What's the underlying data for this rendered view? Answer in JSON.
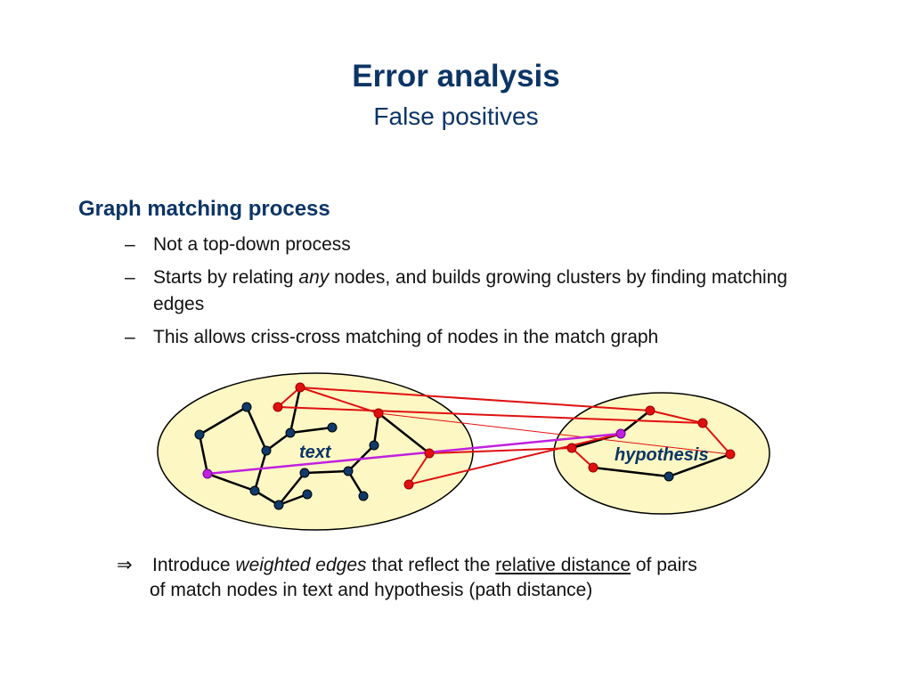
{
  "slide": {
    "title": "Error analysis",
    "subtitle": "False positives"
  },
  "section": {
    "heading": "Graph matching process",
    "bullets": [
      {
        "dash": "–",
        "text": "Not a top-down process"
      },
      {
        "dash": "–",
        "pre": "Starts by relating ",
        "em": "any",
        "post": " nodes, and builds growing clusters by finding matching edges"
      },
      {
        "dash": "–",
        "text": "This allows criss-cross matching of nodes in the match graph"
      }
    ]
  },
  "diagram": {
    "text_label": "text",
    "hypothesis_label": "hypothesis",
    "colors": {
      "ellipse_fill": "#fdf7c3",
      "dark_node": "#103a6b",
      "red": "#e01010",
      "magenta": "#c020e0"
    }
  },
  "conclusion": {
    "arrow": "⇒",
    "pre": "Introduce ",
    "em": "weighted edges",
    "mid": " that reflect the ",
    "underlined": "relative distance",
    "post": " of pairs",
    "line2": "of match nodes in text and hypothesis (path distance)"
  }
}
